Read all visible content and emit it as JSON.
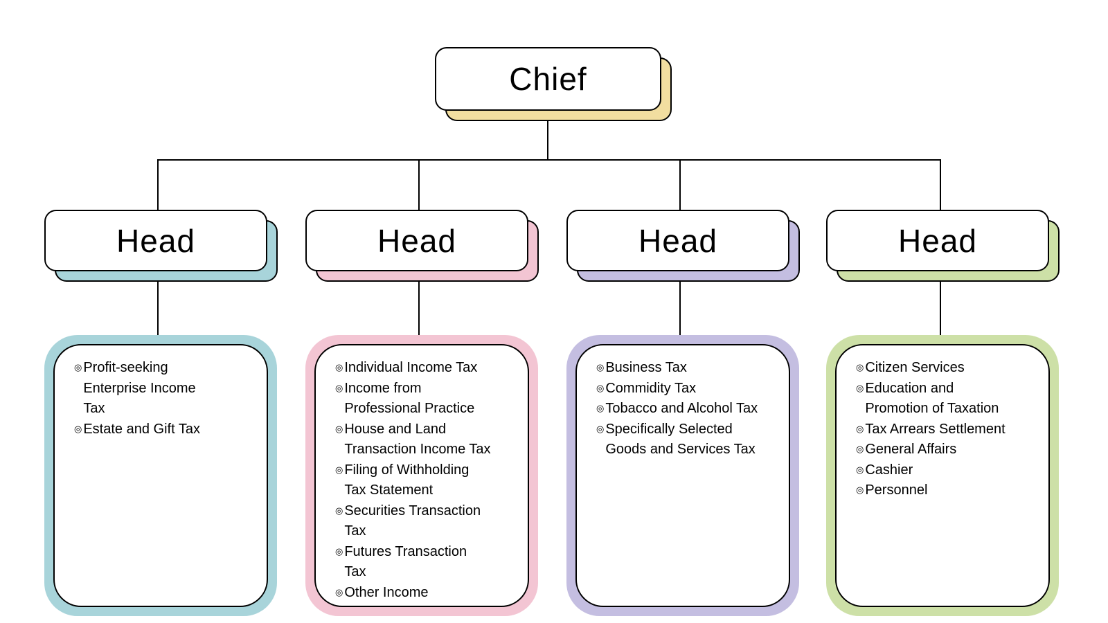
{
  "chart": {
    "root": {
      "label": "Chief",
      "accent": "#F2DEA0"
    },
    "bullet_char": "◎",
    "columns": [
      {
        "head_label": "Head",
        "accent": "#A8D4DA",
        "items": [
          "Profit-seeking\nEnterprise Income\nTax",
          "Estate and Gift Tax"
        ]
      },
      {
        "head_label": "Head",
        "accent": "#F3C5D3",
        "items": [
          "Individual Income Tax",
          "Income from\nProfessional Practice",
          "House and Land\nTransaction Income Tax",
          "Filing of Withholding\nTax Statement",
          "Securities Transaction\nTax",
          "Futures Transaction\nTax",
          "Other Income"
        ]
      },
      {
        "head_label": "Head",
        "accent": "#C4BEE1",
        "items": [
          "Business Tax",
          "Commidity Tax",
          "Tobacco and Alcohol Tax",
          "Specifically Selected\nGoods and Services Tax"
        ]
      },
      {
        "head_label": "Head",
        "accent": "#CDE0A7",
        "items": [
          "Citizen Services",
          "Education and\nPromotion of Taxation",
          "Tax Arrears Settlement",
          "General Affairs",
          "Cashier",
          "Personnel"
        ]
      }
    ]
  }
}
